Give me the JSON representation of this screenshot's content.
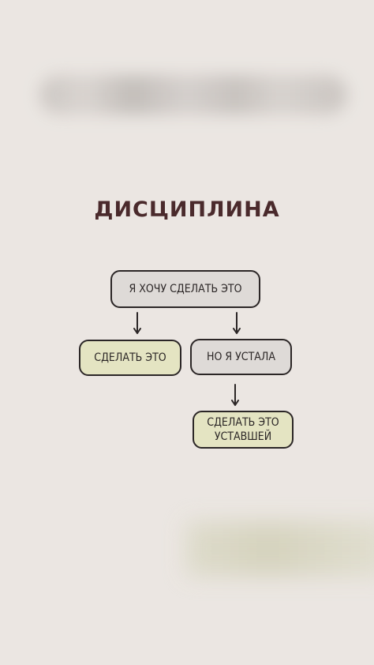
{
  "title": "ДИСЦИПЛИНА",
  "nodes": {
    "want": "Я ХОЧУ СДЕЛАТЬ ЭТО",
    "do_it": "СДЕЛАТЬ ЭТО",
    "but_tired": "НО Я УСТАЛА",
    "do_it_tired": "СДЕЛАТЬ ЭТО УСТАВШЕЙ"
  },
  "colors": {
    "background": "#ebe6e2",
    "title": "#4a2a2c",
    "node_gray": "#dedad7",
    "node_green": "#e4e4c2",
    "stroke": "#2b2626"
  }
}
